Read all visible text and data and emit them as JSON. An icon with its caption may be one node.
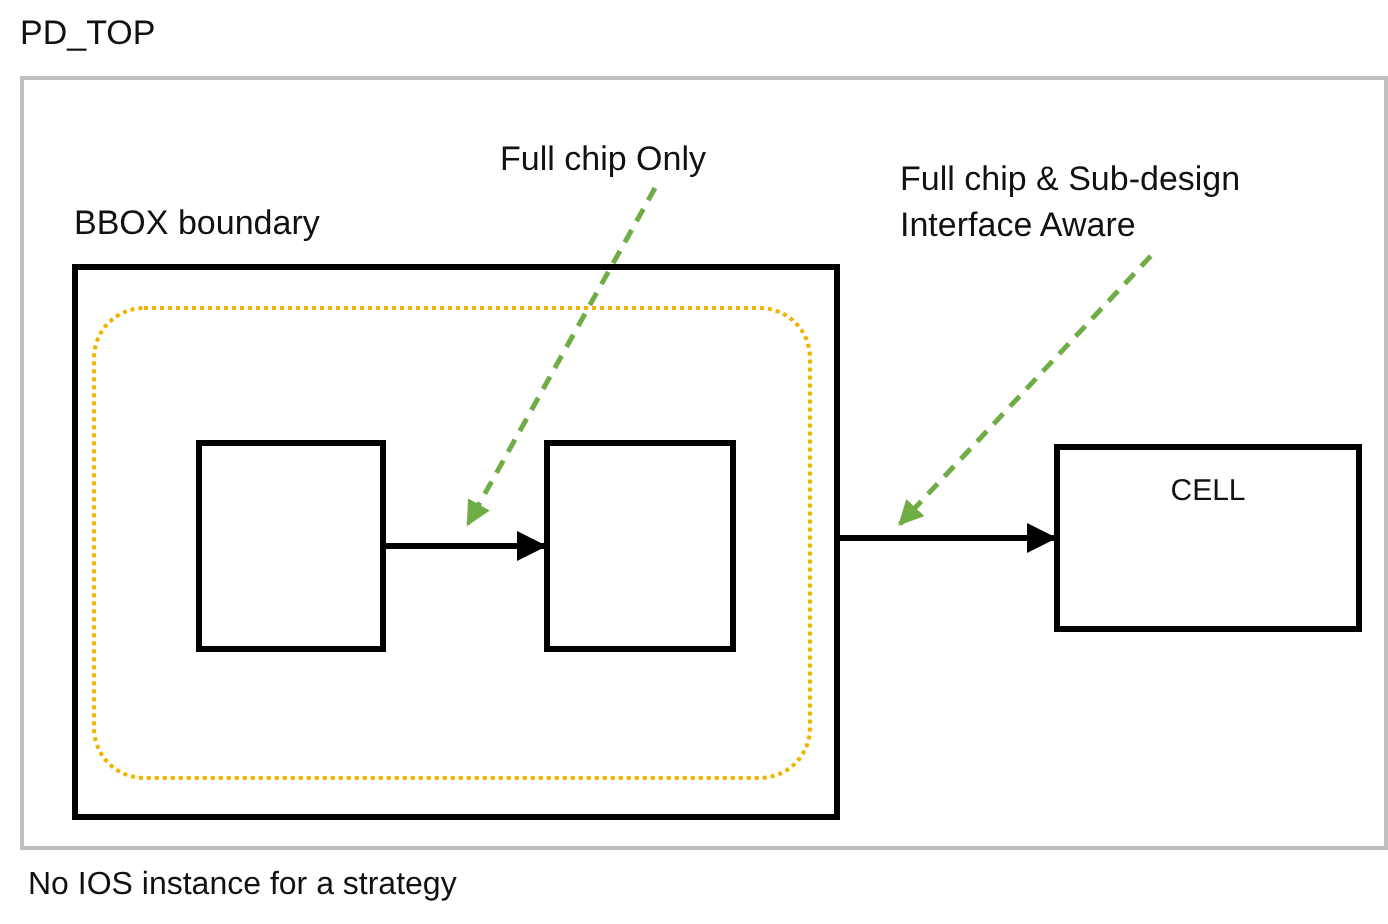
{
  "diagram": {
    "nodes": [
      {
        "text": [
          "PD_TOP"
        ]
      },
      {
        "text": [
          "BBOX boundary"
        ],
        "in": 0
      },
      {
        "text": [],
        "shape": "box",
        "in": 1
      },
      {
        "text": [],
        "shape": "box",
        "in": 2
      },
      {
        "text": [],
        "shape": "box",
        "in": 2
      },
      {
        "text": [
          "CELL"
        ],
        "in": 0
      },
      {
        "text": [
          "Full chip Only"
        ],
        "in": 0
      },
      {
        "text": [
          "Full chip & Sub-design Interface Aware"
        ],
        "in": 0
      }
    ],
    "edges": [
      {
        "from": 3,
        "to": 4,
        "arrow": "to"
      },
      {
        "from": 1,
        "to": 5,
        "arrow": "to"
      },
      {
        "from": 6,
        "to": null,
        "arrow": "to",
        "style": "dashed",
        "color": "#70ad47"
      },
      {
        "from": 7,
        "to": null,
        "arrow": "to",
        "style": "dashed",
        "color": "#70ad47"
      }
    ],
    "caption": "No IOS instance for a strategy"
  }
}
